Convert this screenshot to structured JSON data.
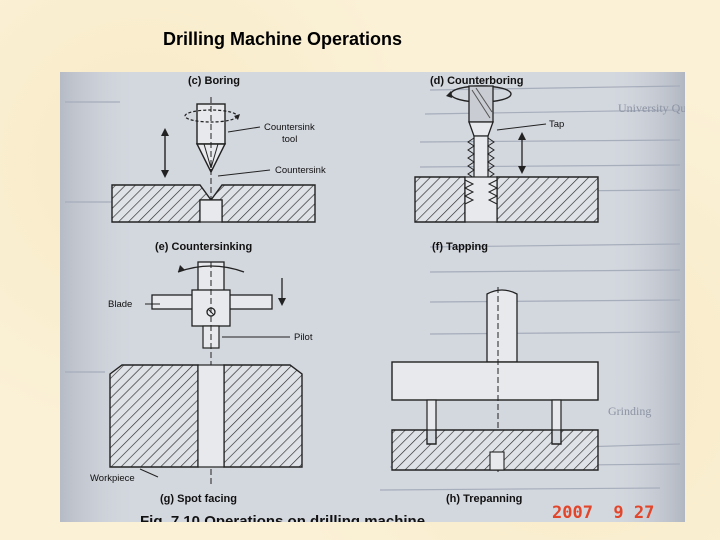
{
  "slide": {
    "title": "Drilling Machine Operations"
  },
  "figure": {
    "panels": {
      "boring": "(c) Boring",
      "counterboring": "(d) Counterboring",
      "countersinking": "(e) Countersinking",
      "tapping": "(f) Tapping",
      "spot_facing": "(g) Spot facing",
      "trepanning": "(h) Trepanning"
    },
    "labels": {
      "countersink_tool": [
        "Countersink",
        "tool"
      ],
      "countersink": "Countersink",
      "tap": "Tap",
      "blade": "Blade",
      "pilot": "Pilot",
      "workpiece": "Workpiece"
    },
    "bleed_text": {
      "university_q": "University Que",
      "grinding": "Grinding",
      "bottom_caption": "Fig. 7.10 Operations on drilling machine"
    },
    "date_stamp": "2007  9 27"
  }
}
